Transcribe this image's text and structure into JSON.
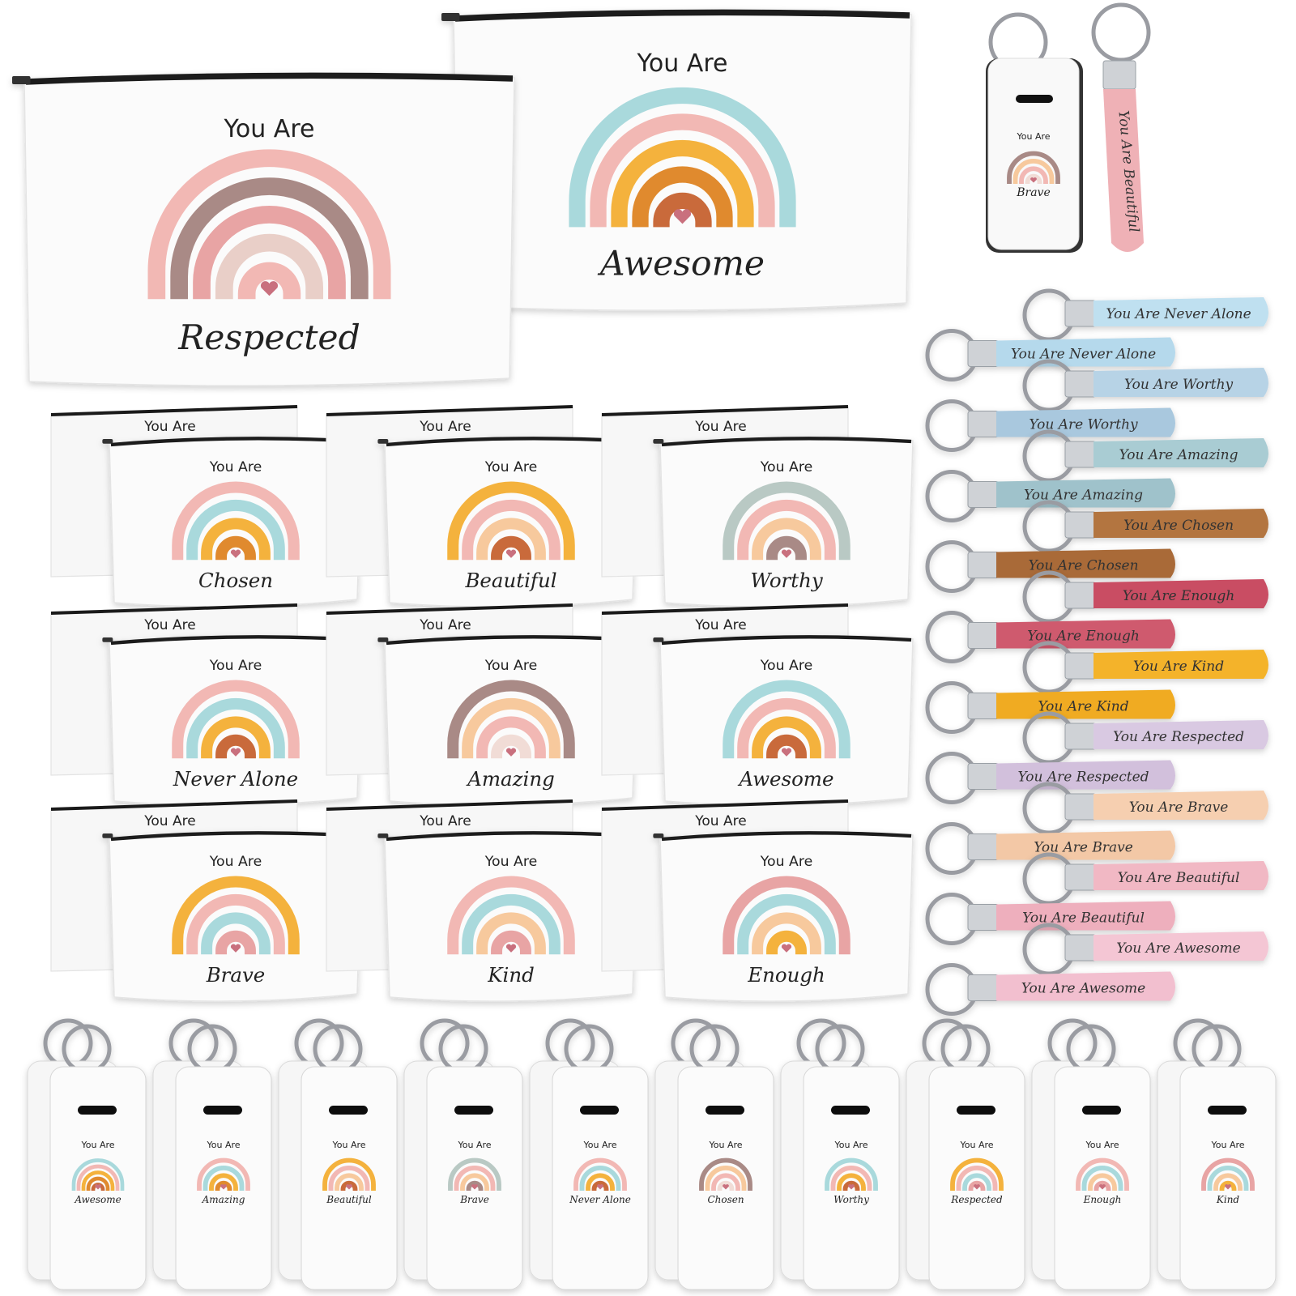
{
  "top_phrase": "You Are",
  "colors": {
    "bag": "#fbfbfb",
    "zip": "#1a1a1a",
    "ring": "#9a9ca2",
    "clasp": "#cfd2d6",
    "pink": "#f2b8b4",
    "peach": "#f7c99d",
    "mustard": "#f4b23e",
    "orange": "#e08a2e",
    "rust": "#c96a3a",
    "teal": "#a9d9dc",
    "mauve": "#a98a86",
    "rose": "#e8a4a4",
    "lilac": "#d8c6dc"
  },
  "large_bags": [
    {
      "word": "Respected"
    },
    {
      "word": "Awesome"
    }
  ],
  "small_bags": [
    {
      "word": "Chosen"
    },
    {
      "word": "Beautiful"
    },
    {
      "word": "Worthy"
    },
    {
      "word": "Never Alone"
    },
    {
      "word": "Amazing"
    },
    {
      "word": "Awesome"
    },
    {
      "word": "Brave"
    },
    {
      "word": "Kind"
    },
    {
      "word": "Enough"
    }
  ],
  "top_keychain": {
    "holder_word": "Brave",
    "strap_text": "You Are Beautiful"
  },
  "straps": [
    {
      "text": "You Are Never Alone",
      "color": "#bfe0f0"
    },
    {
      "text": "You Are Never Alone",
      "color": "#b5d9ec"
    },
    {
      "text": "You Are Worthy",
      "color": "#b7d3e6"
    },
    {
      "text": "You Are Worthy",
      "color": "#a9c8de"
    },
    {
      "text": "You Are Amazing",
      "color": "#a9ccd3"
    },
    {
      "text": "You Are Amazing",
      "color": "#9fc2cb"
    },
    {
      "text": "You Are Chosen",
      "color": "#b3743f"
    },
    {
      "text": "You Are Chosen",
      "color": "#a96b39"
    },
    {
      "text": "You Are Enough",
      "color": "#c94d63"
    },
    {
      "text": "You Are Enough",
      "color": "#cf5a6e"
    },
    {
      "text": "You Are Kind",
      "color": "#f4b32c"
    },
    {
      "text": "You Are Kind",
      "color": "#f0ab22"
    },
    {
      "text": "You Are Respected",
      "color": "#d9c9e2"
    },
    {
      "text": "You Are Respected",
      "color": "#d2c0dc"
    },
    {
      "text": "You Are Brave",
      "color": "#f6cfb0"
    },
    {
      "text": "You Are Brave",
      "color": "#f3c8a6"
    },
    {
      "text": "You Are Beautiful",
      "color": "#f1b8c4"
    },
    {
      "text": "You Are Beautiful",
      "color": "#eeafbd"
    },
    {
      "text": "You Are Awesome",
      "color": "#f4c6d4"
    },
    {
      "text": "You Are Awesome",
      "color": "#f2bfcf"
    }
  ],
  "holders": [
    {
      "word": "Awesome"
    },
    {
      "word": "Amazing"
    },
    {
      "word": "Beautiful"
    },
    {
      "word": "Brave"
    },
    {
      "word": "Never Alone"
    },
    {
      "word": "Chosen"
    },
    {
      "word": "Worthy"
    },
    {
      "word": "Respected"
    },
    {
      "word": "Enough"
    },
    {
      "word": "Kind"
    }
  ]
}
